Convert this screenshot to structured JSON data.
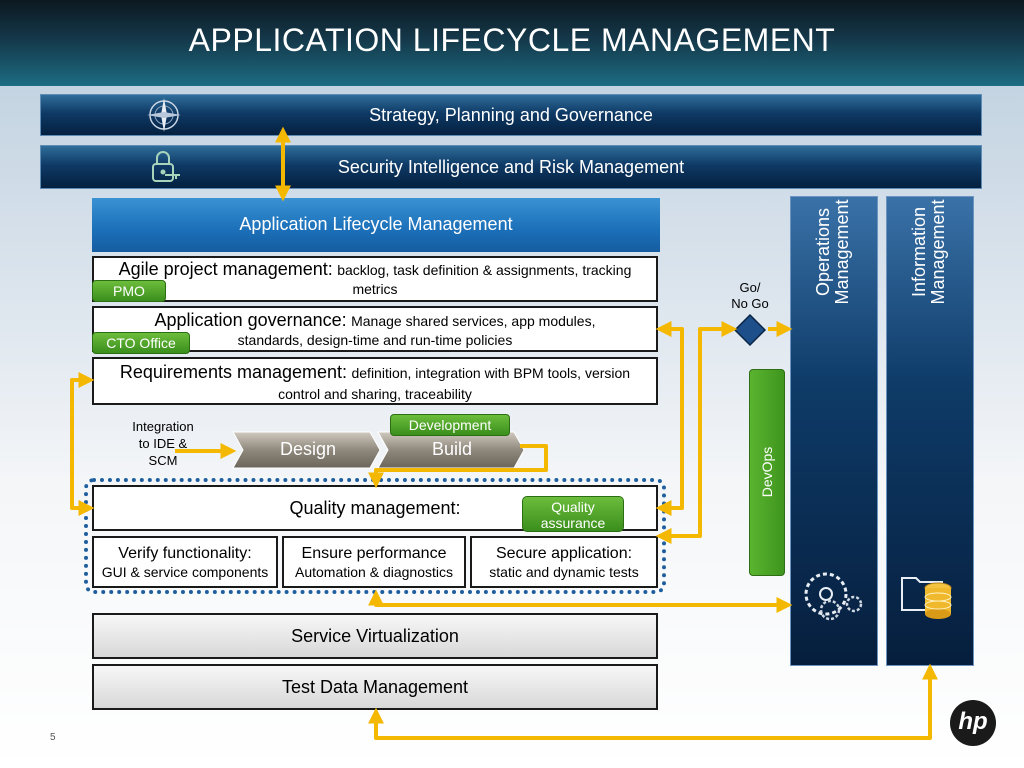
{
  "title": "APPLICATION LIFECYCLE MANAGEMENT",
  "bands": {
    "strategy": "Strategy, Planning and Governance",
    "security": "Security Intelligence and Risk Management"
  },
  "alm": {
    "header": "Application Lifecycle Management"
  },
  "agile": {
    "title": "Agile project management:",
    "desc": "backlog, task definition & assignments, tracking metrics",
    "badge": "PMO"
  },
  "governance": {
    "title": "Application governance:",
    "desc": "Manage shared services, app modules, standards, design-time and run-time policies",
    "badge": "CTO Office"
  },
  "requirements": {
    "title": "Requirements management:",
    "desc": "definition, integration with BPM tools, version control and sharing, traceability"
  },
  "integration_note": {
    "line1": "Integration",
    "line2": "to IDE &",
    "line3": "SCM"
  },
  "development": {
    "badge": "Development",
    "design": "Design",
    "build": "Build"
  },
  "quality": {
    "title": "Quality management:",
    "badge_line1": "Quality",
    "badge_line2": "assurance",
    "boxes": [
      {
        "title": "Verify functionality:",
        "sub": "GUI & service components"
      },
      {
        "title": "Ensure performance",
        "sub": "Automation & diagnostics"
      },
      {
        "title": "Secure application:",
        "sub": "static and dynamic tests"
      }
    ]
  },
  "service_virtualization": "Service Virtualization",
  "test_data": "Test Data Management",
  "gate": {
    "line1": "Go/",
    "line2": "No Go"
  },
  "devops": "DevOps",
  "operations": {
    "line1": "Operations",
    "line2": "Management"
  },
  "information": {
    "line1": "Information",
    "line2": "Management"
  },
  "page_number": "5",
  "logo": "hp",
  "colors": {
    "arrow": "#f5b800",
    "green": "#4fa52a",
    "dark_blue": "#062244",
    "accent_blue": "#1b6fb8"
  }
}
